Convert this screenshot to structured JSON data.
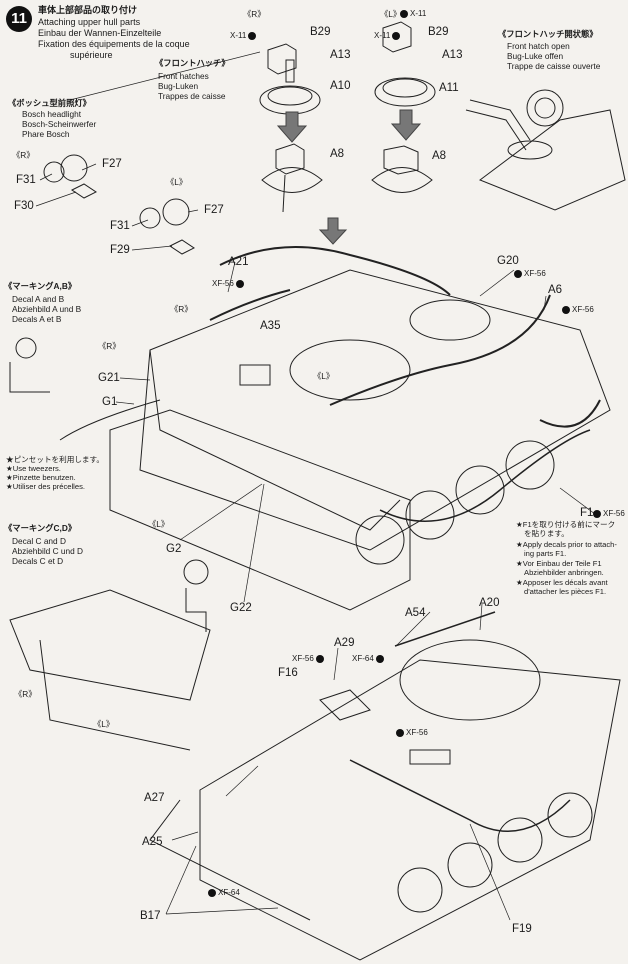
{
  "step": {
    "number": "11",
    "title_jp": "車体上部部品の取り付け",
    "title_en": "Attaching upper hull parts",
    "title_de": "Einbau der Wannen-Einzelteile",
    "title_fr1": "Fixation des équipements de la coque",
    "title_fr2": "supérieure"
  },
  "headlight": {
    "jp": "《ボッシュ型前照灯》",
    "en": "Bosch headlight",
    "de": "Bosch-Scheinwerfer",
    "fr": "Phare Bosch"
  },
  "front_hatches": {
    "jp": "《フロントハッチ》",
    "en": "Front hatches",
    "de": "Bug-Luken",
    "fr": "Trappes de caisse"
  },
  "front_hatch_open": {
    "jp": "《フロントハッチ開状態》",
    "en": "Front hatch open",
    "de": "Bug-Luke offen",
    "fr": "Trappe de caisse ouverte"
  },
  "marking_ab": {
    "jp": "《マーキングA,B》",
    "l1": "Decal A and B",
    "l2": "Abziehbild A und B",
    "l3": "Decals A et B"
  },
  "marking_cd": {
    "jp": "《マーキングC,D》",
    "l1": "Decal C and D",
    "l2": "Abziehbild C und D",
    "l3": "Decals C et D"
  },
  "tweezers": {
    "jp": "★ピンセットを利用します。",
    "en": "★Use tweezers.",
    "de": "★Pinzette benutzen.",
    "fr": "★Utiliser des précelles."
  },
  "f1_note": {
    "jp1": "★F1を取り付ける前にマーク",
    "jp2": "を貼ります。",
    "en1": "★Apply decals prior to attach-",
    "en2": "ing parts F1.",
    "de1": "★Vor Einbau der Teile F1",
    "de2": "Abziehbilder anbringen.",
    "fr1": "★Apposer les décals avant",
    "fr2": "d'attacher les pièces F1."
  },
  "side_marks": {
    "r": "R",
    "l": "L",
    "r_paren": "《R》",
    "l_paren": "《L》"
  },
  "parts": {
    "b29": "B29",
    "a13": "A13",
    "a10": "A10",
    "a11": "A11",
    "a8": "A8",
    "f27": "F27",
    "f31": "F31",
    "f30": "F30",
    "f29": "F29",
    "a21": "A21",
    "g20": "G20",
    "a6": "A6",
    "a35": "A35",
    "g21": "G21",
    "g1": "G1",
    "g2": "G2",
    "g22": "G22",
    "f1": "F1",
    "a54": "A54",
    "a20": "A20",
    "a29": "A29",
    "f16": "F16",
    "a27": "A27",
    "a25": "A25",
    "b17": "B17",
    "f19": "F19"
  },
  "paints": {
    "x11": "X-11",
    "xf56": "XF-56",
    "xf64": "XF-64"
  }
}
